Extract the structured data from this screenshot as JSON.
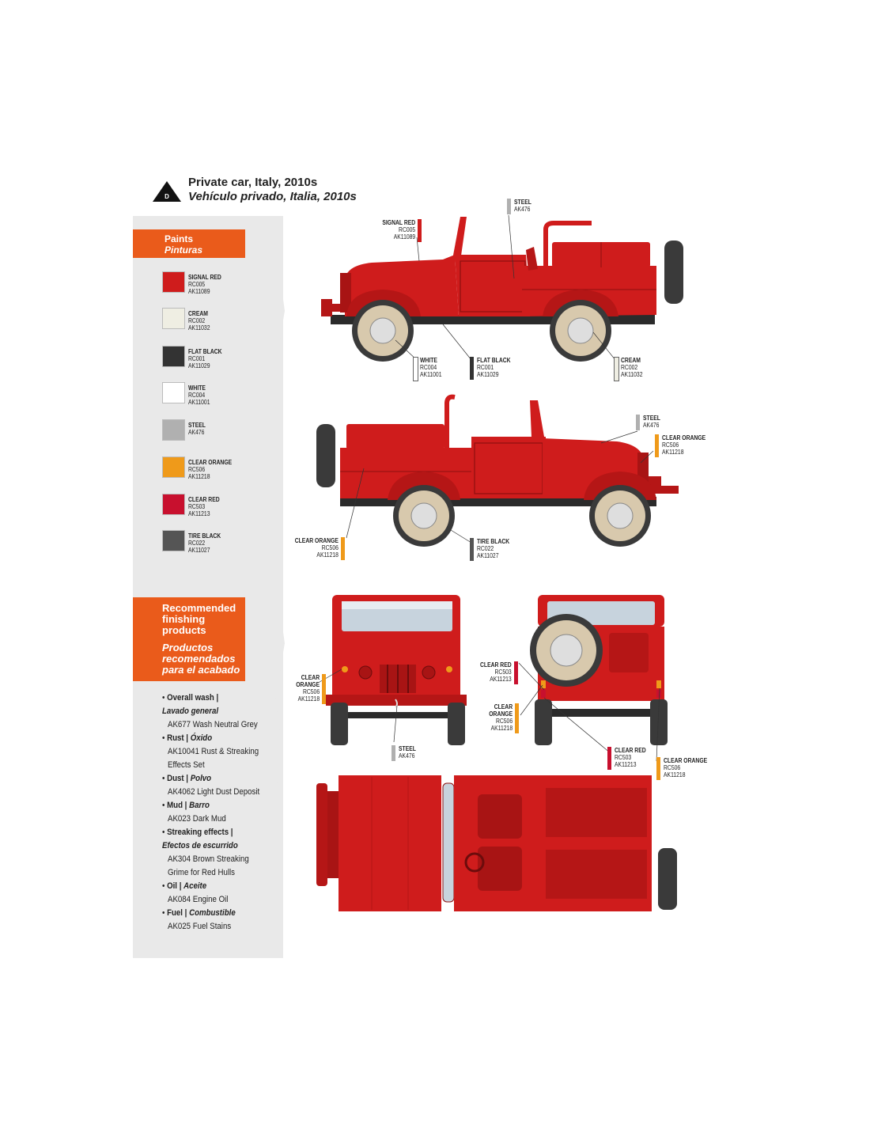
{
  "header": {
    "badge": "D",
    "title": "Private car, Italy, 2010s",
    "subtitle": "Vehículo privado, Italia, 2010s"
  },
  "paints_panel": {
    "title": "Paints",
    "title_es": "Pinturas",
    "paints": [
      {
        "name": "SIGNAL RED",
        "code1": "RC005",
        "code2": "AK11089",
        "color": "#cf1c1c"
      },
      {
        "name": "CREAM",
        "code1": "RC002",
        "code2": "AK11032",
        "color": "#efeee3"
      },
      {
        "name": "FLAT BLACK",
        "code1": "RC001",
        "code2": "AK11029",
        "color": "#333333"
      },
      {
        "name": "WHITE",
        "code1": "RC004",
        "code2": "AK11001",
        "color": "#ffffff"
      },
      {
        "name": "STEEL",
        "code1": "AK476",
        "code2": "",
        "color": "#b0b0b0"
      },
      {
        "name": "CLEAR ORANGE",
        "code1": "RC506",
        "code2": "AK11218",
        "color": "#ef9a1a"
      },
      {
        "name": "CLEAR RED",
        "code1": "RC503",
        "code2": "AK11213",
        "color": "#c8102e"
      },
      {
        "name": "TIRE BLACK",
        "code1": "RC022",
        "code2": "AK11027",
        "color": "#555555"
      }
    ]
  },
  "finishing_panel": {
    "title_lines": [
      "Recommended",
      "finishing",
      "products"
    ],
    "title_es_lines": [
      "Productos",
      "recomendados",
      "para el acabado"
    ],
    "items": [
      {
        "en": "Overall wash |",
        "es": "Lavado general",
        "products": [
          "AK677 Wash Neutral Grey"
        ]
      },
      {
        "en": "Rust |",
        "es": "Óxido",
        "products": [
          "AK10041 Rust & Streaking",
          "Effects Set"
        ]
      },
      {
        "en": "Dust |",
        "es": "Polvo",
        "products": [
          "AK4062 Light Dust Deposit"
        ]
      },
      {
        "en": "Mud |",
        "es": "Barro",
        "products": [
          "AK023 Dark Mud"
        ]
      },
      {
        "en": "Streaking effects |",
        "es": "Efectos de escurrido",
        "products": [
          "AK304 Brown Streaking",
          "Grime for Red Hulls"
        ]
      },
      {
        "en": "Oil |",
        "es": "Aceite",
        "products": [
          "AK084 Engine Oil"
        ]
      },
      {
        "en": "Fuel |",
        "es": "Combustible",
        "products": [
          "AK025 Fuel Stains"
        ]
      }
    ]
  },
  "callouts": {
    "side1_signal_red": {
      "lines": [
        "SIGNAL RED",
        "RC005",
        "AK11089"
      ],
      "color": "#cf1c1c"
    },
    "side1_steel": {
      "lines": [
        "STEEL",
        "AK476"
      ],
      "color": "#b0b0b0"
    },
    "side1_white": {
      "lines": [
        "WHITE",
        "RC004",
        "AK11001"
      ],
      "color": "#ffffff"
    },
    "side1_flat_black": {
      "lines": [
        "FLAT BLACK",
        "RC001",
        "AK11029"
      ],
      "color": "#333333"
    },
    "side1_cream": {
      "lines": [
        "CREAM",
        "RC002",
        "AK11032"
      ],
      "color": "#efeee3"
    },
    "side2_steel": {
      "lines": [
        "STEEL",
        "AK476"
      ],
      "color": "#b0b0b0"
    },
    "side2_clear_orange": {
      "lines": [
        "CLEAR ORANGE",
        "RC506",
        "AK11218"
      ],
      "color": "#ef9a1a"
    },
    "side2_clear_orange_rear": {
      "lines": [
        "CLEAR ORANGE",
        "RC506",
        "AK11218"
      ],
      "color": "#ef9a1a"
    },
    "side2_tire_black": {
      "lines": [
        "TIRE BLACK",
        "RC022",
        "AK11027"
      ],
      "color": "#555555"
    },
    "front_clear_orange": {
      "lines": [
        "CLEAR",
        "ORANGE",
        "RC506",
        "AK11218"
      ],
      "color": "#ef9a1a"
    },
    "front_steel": {
      "lines": [
        "STEEL",
        "AK476"
      ],
      "color": "#b0b0b0"
    },
    "rear_clear_red_top": {
      "lines": [
        "CLEAR RED",
        "RC503",
        "AK11213"
      ],
      "color": "#c8102e"
    },
    "rear_clear_orange": {
      "lines": [
        "CLEAR",
        "ORANGE",
        "RC506",
        "AK11218"
      ],
      "color": "#ef9a1a"
    },
    "rear_clear_red_bottom": {
      "lines": [
        "CLEAR RED",
        "RC503",
        "AK11213"
      ],
      "color": "#c8102e"
    },
    "rear_clear_orange_bottom": {
      "lines": [
        "CLEAR ORANGE",
        "RC506",
        "AK11218"
      ],
      "color": "#ef9a1a"
    }
  },
  "vehicle": {
    "body_color": "#cf1c1c",
    "dark_color": "#8e1010",
    "tire_color": "#d8c9ad"
  }
}
